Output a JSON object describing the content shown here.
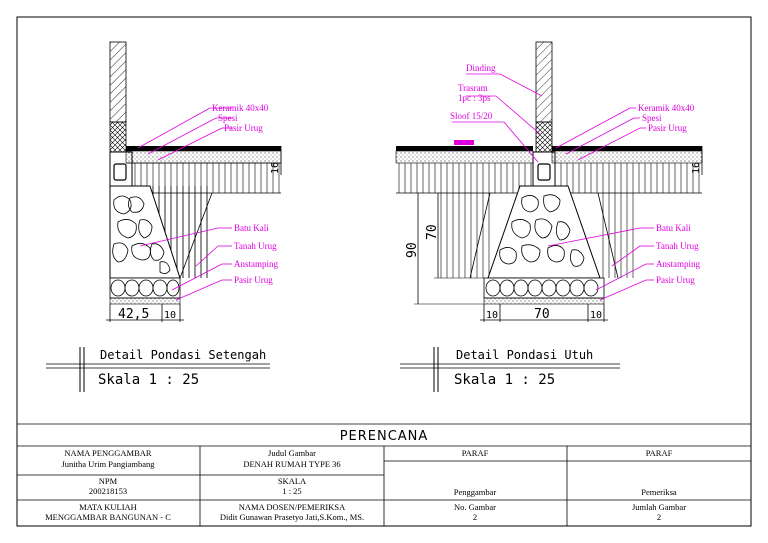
{
  "left_detail": {
    "labels_top": [
      "Keramik 40x40",
      "Spesi",
      "Pasir Urug"
    ],
    "labels_bottom": [
      "Batu Kali",
      "Tanah Urug",
      "Anstamping",
      "Pasir Urug"
    ],
    "dim_height": "16",
    "dim_width": "42,5",
    "dim_small": "10",
    "title": "Detail Pondasi Setengah",
    "scale": "Skala 1 : 25"
  },
  "right_detail": {
    "labels_left": [
      "Dinding",
      "Trasram",
      "1pc : 3ps",
      "Sloof 15/20"
    ],
    "labels_top": [
      "Keramik 40x40",
      "Spesi",
      "Pasir Urug"
    ],
    "labels_bottom": [
      "Batu Kali",
      "Tanah Urug",
      "Anstamping",
      "Pasir Urug"
    ],
    "dim_height": "16",
    "dim_90": "90",
    "dim_70_vert": "70",
    "dim_width": "70",
    "dim_small_left": "10",
    "dim_small_right": "10",
    "title": "Detail Pondasi Utuh",
    "scale": "Skala 1 : 25"
  },
  "title_block": {
    "header": "PERENCANA",
    "nama_penggambar_label": "NAMA PENGGAMBAR",
    "nama_penggambar_value": "Junitha Urim Pangiambang",
    "judul_label": "Judul Gambar",
    "judul_value": "DENAH RUMAH TYPE 36",
    "paraf1": "PARAF",
    "paraf2": "PARAF",
    "npm_label": "NPM",
    "npm_value": "200218153",
    "skala_label": "SKALA",
    "skala_value": "1 : 25",
    "penggambar": "Penggambar",
    "pemeriksa": "Pemeriksa",
    "matkul_label": "MATA KULIAH",
    "matkul_value": "MENGGAMBAR BANGUNAN - C",
    "dosen_label": "NAMA DOSEN/PEMERIKSA",
    "dosen_value": "Didit Gunawan Prasetyo Jati,S.Kom., MS.",
    "no_gambar_label": "No. Gambar",
    "no_gambar_value": "2",
    "jumlah_label": "Jumlah Gambar",
    "jumlah_value": "2"
  },
  "colors": {
    "label": "#e000e0",
    "line": "#000000"
  }
}
